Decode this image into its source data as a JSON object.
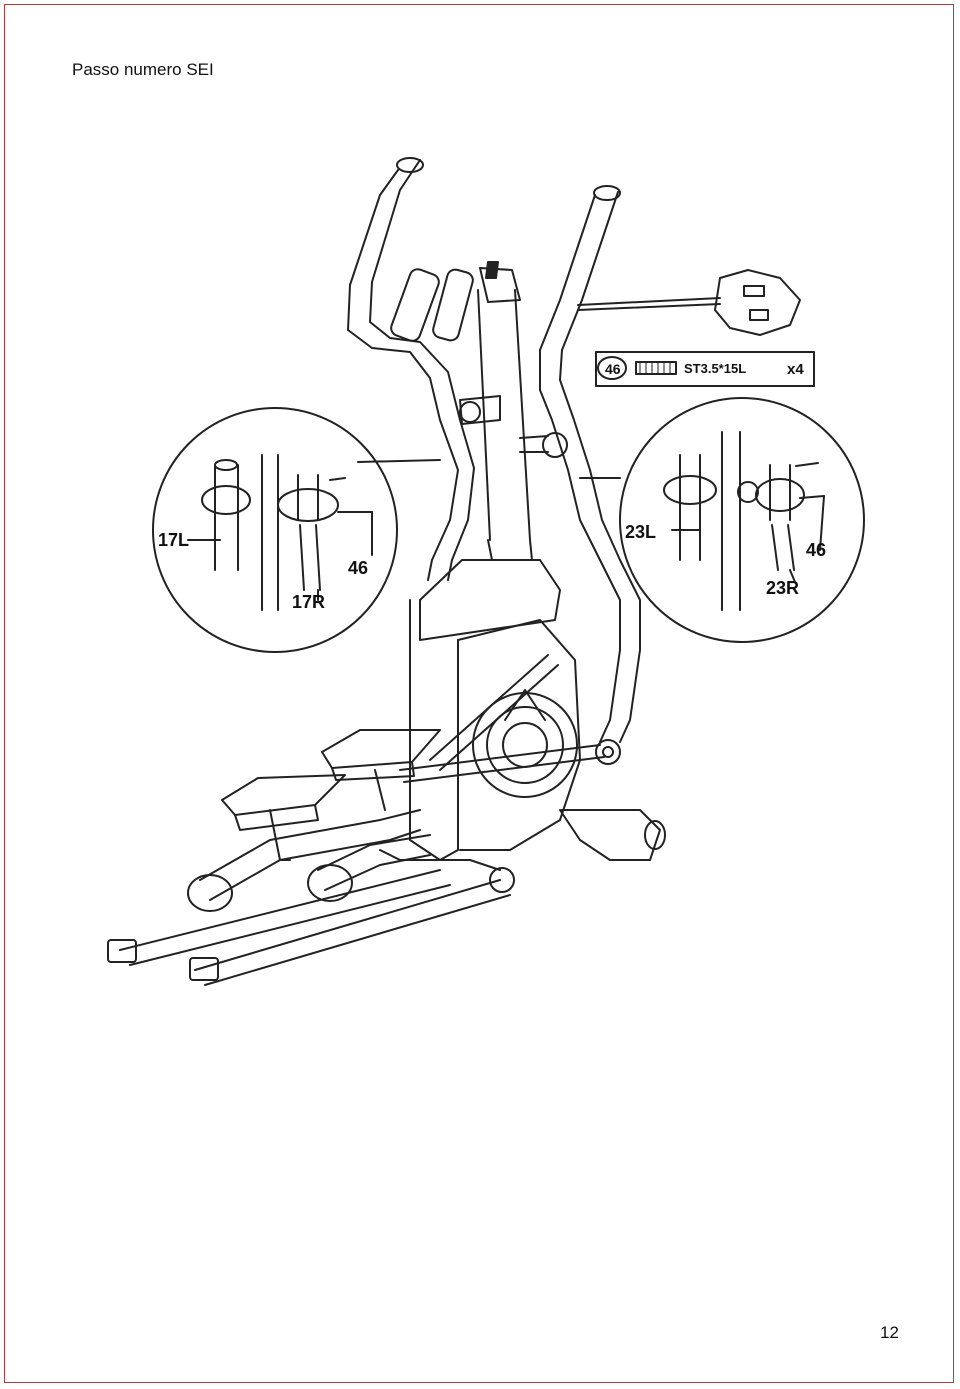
{
  "page": {
    "title": "Passo numero SEI",
    "page_number": "12"
  },
  "parts_box": {
    "part_no": "46",
    "spec": "ST3.5*15L",
    "qty": "x4"
  },
  "callouts": {
    "left": {
      "part_a": "17L",
      "part_b": "17R",
      "screw": "46"
    },
    "right": {
      "part_a": "23L",
      "part_b": "23R",
      "screw": "46"
    }
  }
}
